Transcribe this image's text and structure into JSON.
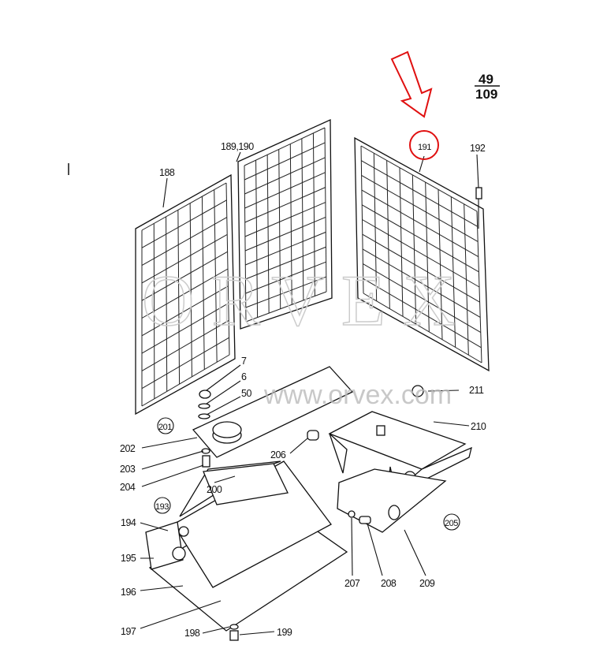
{
  "page_ref": {
    "numerator": "49",
    "denominator": "109"
  },
  "highlight": {
    "part": "191",
    "color": "#e01010"
  },
  "watermark": {
    "brand": "ORVEX",
    "url": "www.orvex.com"
  },
  "labels": {
    "p188": "188",
    "p189_190": "189,190",
    "p191": "191",
    "p192": "192",
    "p7": "7",
    "p6": "6",
    "p50": "50",
    "p201": "201",
    "p202": "202",
    "p203": "203",
    "p204": "204",
    "p206": "206",
    "p211": "211",
    "p210": "210",
    "p200": "200",
    "p193": "193",
    "p194": "194",
    "p195": "195",
    "p196": "196",
    "p197": "197",
    "p198": "198",
    "p199": "199",
    "p207": "207",
    "p208": "208",
    "p209": "209",
    "p205": "205"
  }
}
